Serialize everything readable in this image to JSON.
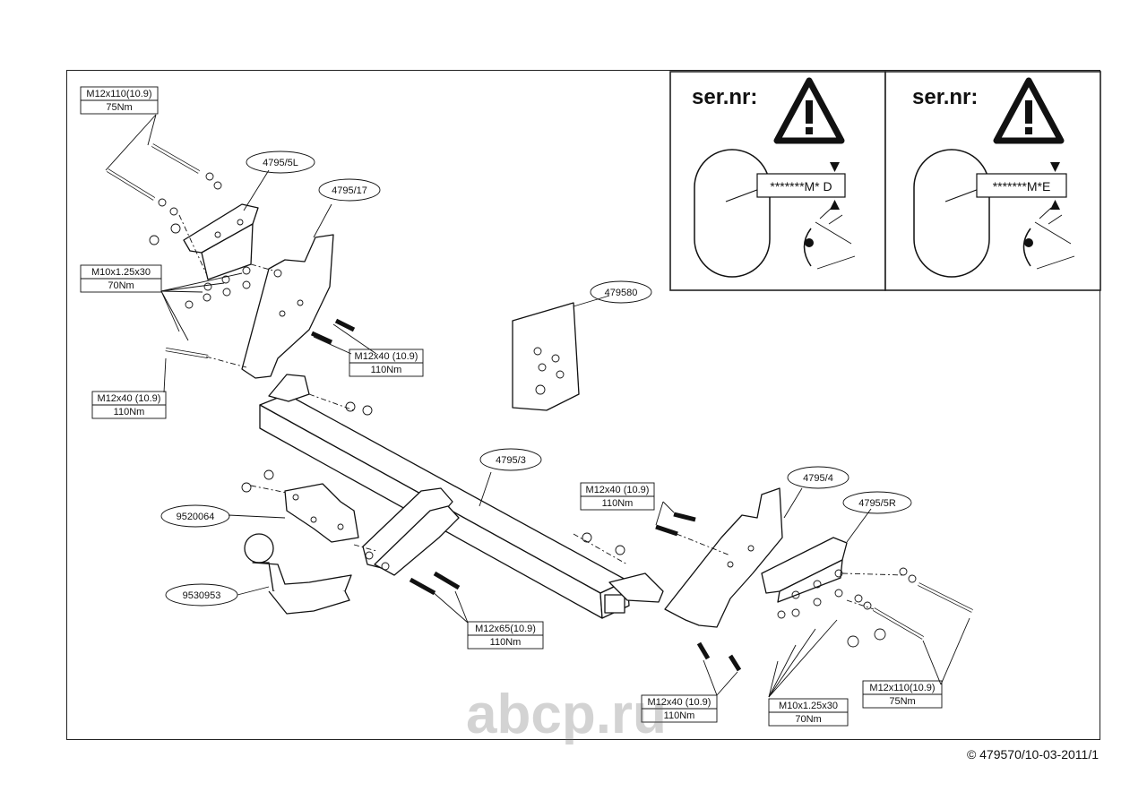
{
  "serial_panels": [
    {
      "title": "ser.nr:",
      "code": "*******M* D"
    },
    {
      "title": "ser.nr:",
      "code": "*******M*E"
    }
  ],
  "spec_labels": {
    "tl_bolt": {
      "spec": "M12x110(10.9)",
      "torque": "75Nm"
    },
    "l_m10": {
      "spec": "M10x1.25x30",
      "torque": "70Nm"
    },
    "l_m12_40": {
      "spec": "M12x40 (10.9)",
      "torque": "110Nm"
    },
    "c_m12_40": {
      "spec": "M12x40 (10.9)",
      "torque": "110Nm"
    },
    "m12_65": {
      "spec": "M12x65(10.9)",
      "torque": "110Nm"
    },
    "r_m12_40a": {
      "spec": "M12x40 (10.9)",
      "torque": "110Nm"
    },
    "r_m12_40b": {
      "spec": "M12x40 (10.9)",
      "torque": "110Nm"
    },
    "r_m10": {
      "spec": "M10x1.25x30",
      "torque": "70Nm"
    },
    "r_bolt": {
      "spec": "M12x110(10.9)",
      "torque": "75Nm"
    }
  },
  "part_numbers": {
    "p5L": "4795/5L",
    "p17": "4795/17",
    "p580": "479580",
    "p3": "4795/3",
    "p4": "4795/4",
    "p5R": "4795/5R",
    "p9520": "9520064",
    "p9530": "9530953"
  },
  "watermark": "abcp.ru",
  "footer": "© 479570/10-03-2011/1"
}
